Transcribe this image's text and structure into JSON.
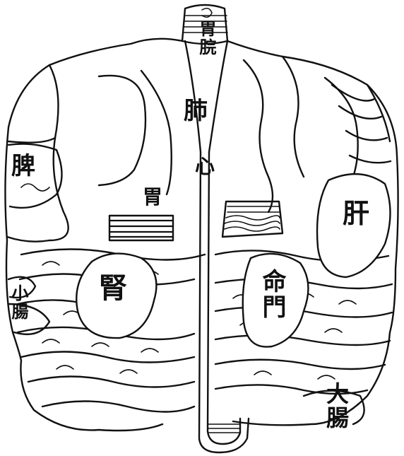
{
  "labels": {
    "weiwan": "胃脘",
    "fei": "肺",
    "xin": "心",
    "pi": "脾",
    "wei": "胃",
    "gan": "肝",
    "shen": "腎",
    "mingmen": "命門",
    "xiaochang": "小腸",
    "dachang": "大腸"
  },
  "colors": {
    "ink": "#111111",
    "paper": "#ffffff"
  }
}
